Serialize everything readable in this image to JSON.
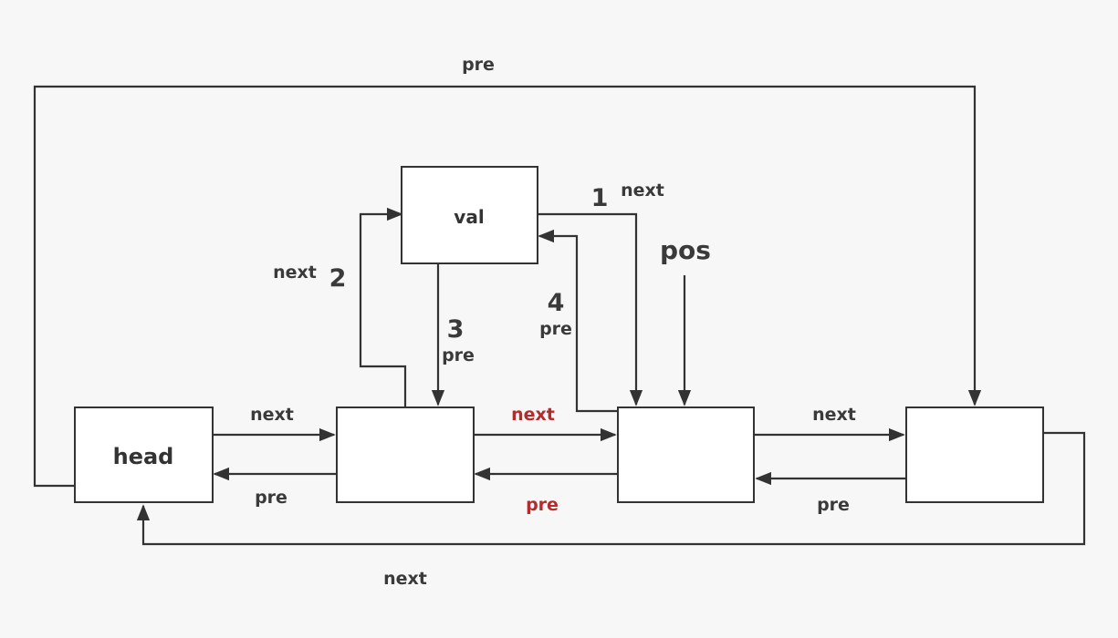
{
  "nodes": {
    "head": "head",
    "val": "val"
  },
  "pointer": "pos",
  "labels": {
    "top_pre": "pre",
    "bottom_next": "next",
    "head_next": "next",
    "head_pre": "pre",
    "mid_next": "next",
    "mid_pre": "pre",
    "right_next": "next",
    "right_pre": "pre",
    "val_next_out": "next",
    "val_next_in": "next",
    "val_pre_out": "pre",
    "val_pre_in": "pre"
  },
  "steps": {
    "s1": "1",
    "s2": "2",
    "s3": "3",
    "s4": "4"
  },
  "colors": {
    "line": "#333333",
    "highlight": "#b52a2a",
    "background": "#f7f7f7"
  }
}
